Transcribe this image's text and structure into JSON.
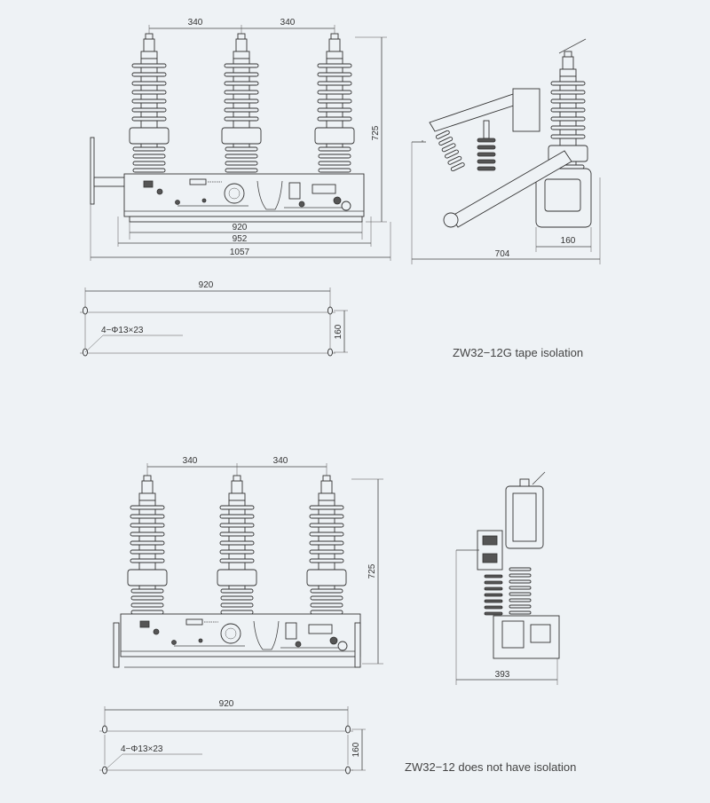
{
  "top": {
    "caption": "ZW32−12G tape isolation",
    "front": {
      "pitch_left": "340",
      "pitch_right": "340",
      "height": "725",
      "w920": "920",
      "w952": "952",
      "w1057": "1057"
    },
    "side": {
      "depth": "704",
      "base": "160"
    },
    "plan": {
      "width": "920",
      "depth": "160",
      "holes": "4−Φ13×23"
    }
  },
  "bottom": {
    "caption": "ZW32−12 does not have isolation",
    "front": {
      "pitch_left": "340",
      "pitch_right": "340",
      "height": "725"
    },
    "side": {
      "depth": "393"
    },
    "plan": {
      "width": "920",
      "depth": "160",
      "holes": "4−Φ13×23"
    }
  },
  "colors": {
    "background": "#eef2f5",
    "line": "#333333"
  }
}
